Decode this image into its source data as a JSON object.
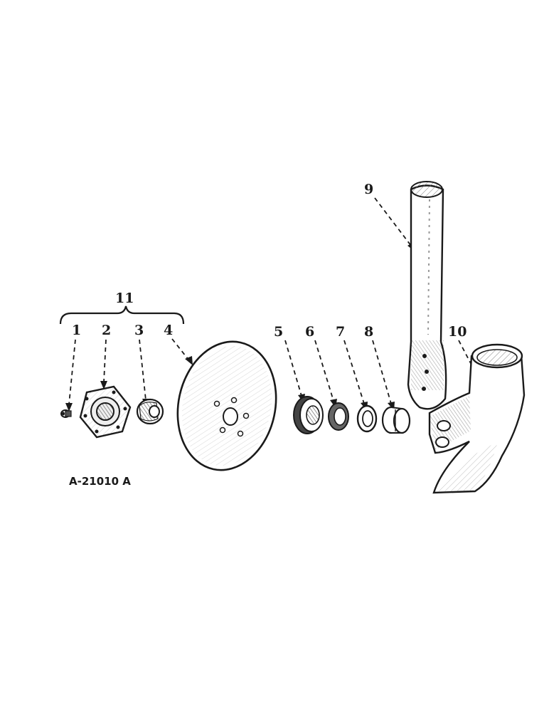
{
  "figure_code": "A-21010 A",
  "labels": {
    "group": "11",
    "p1": "1",
    "p2": "2",
    "p3": "3",
    "p4": "4",
    "p5": "5",
    "p6": "6",
    "p7": "7",
    "p8": "8",
    "p9": "9",
    "p10": "10"
  },
  "colors": {
    "ink": "#1a1a1a",
    "paper": "#ffffff",
    "shade": "#9a9a9a"
  }
}
